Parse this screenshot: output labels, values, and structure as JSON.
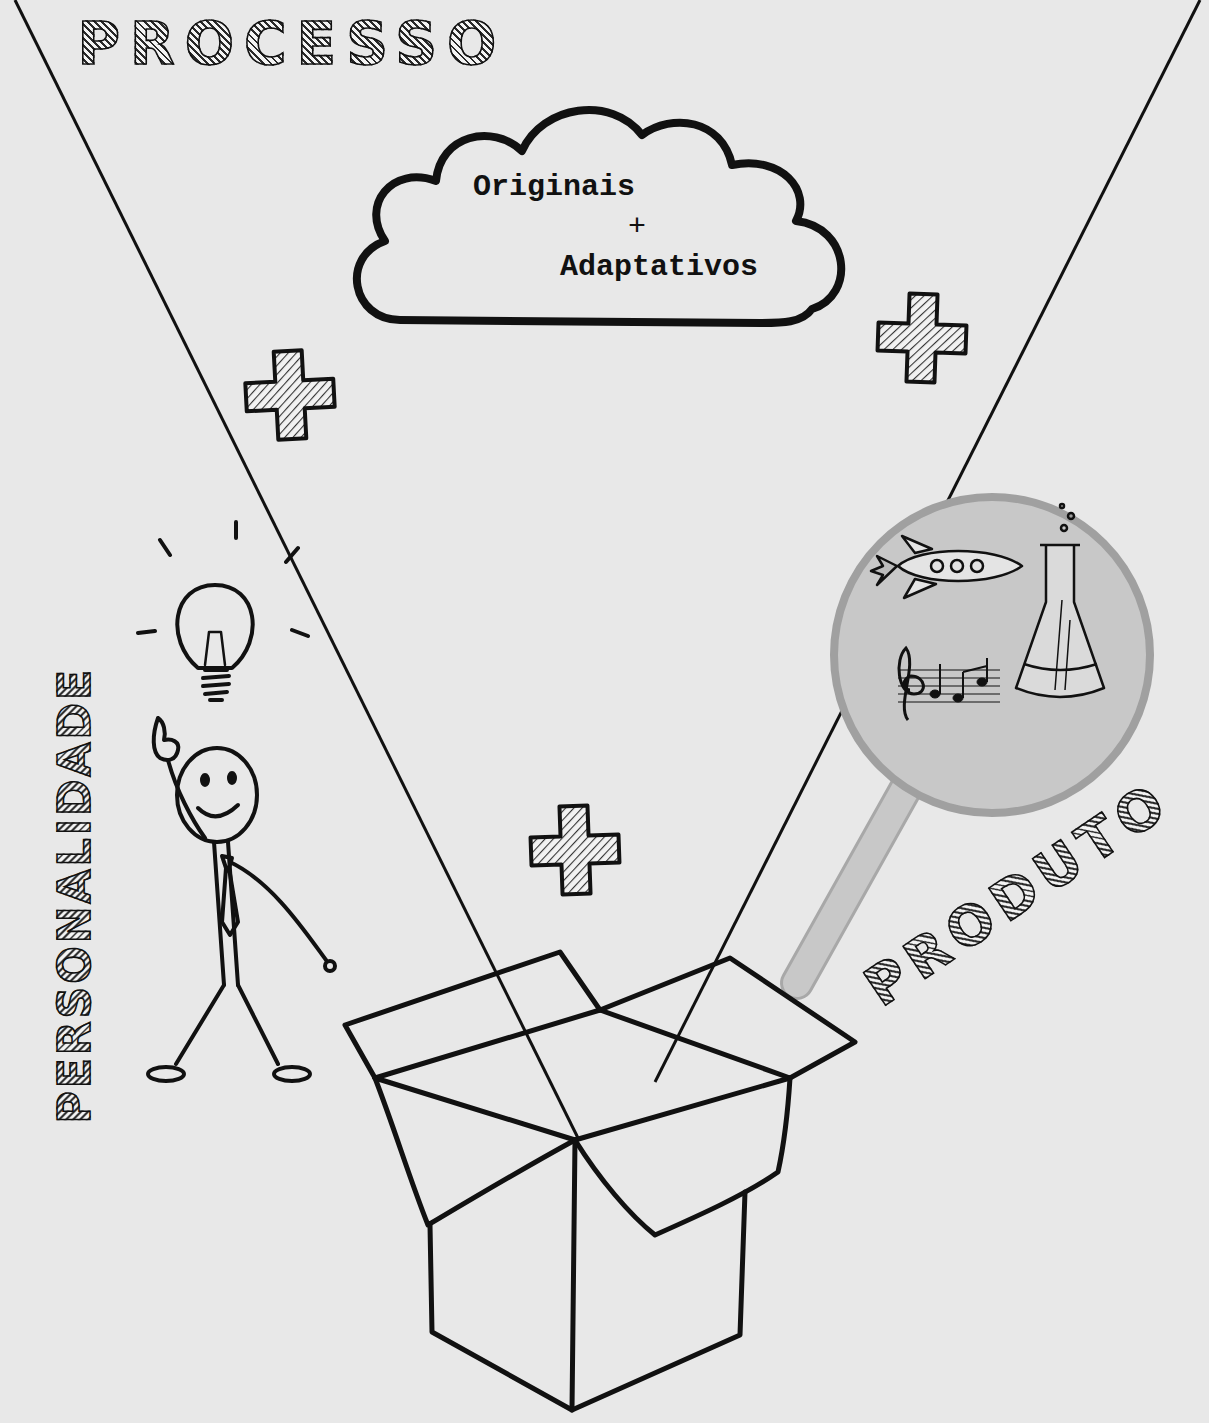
{
  "diagram": {
    "nodes": [
      {
        "text": [
          "Originais",
          "+",
          "Adaptativos"
        ]
      }
    ],
    "labels": [
      "PROCESSO",
      "PERSONALIDADE",
      "PRODUTO"
    ]
  }
}
